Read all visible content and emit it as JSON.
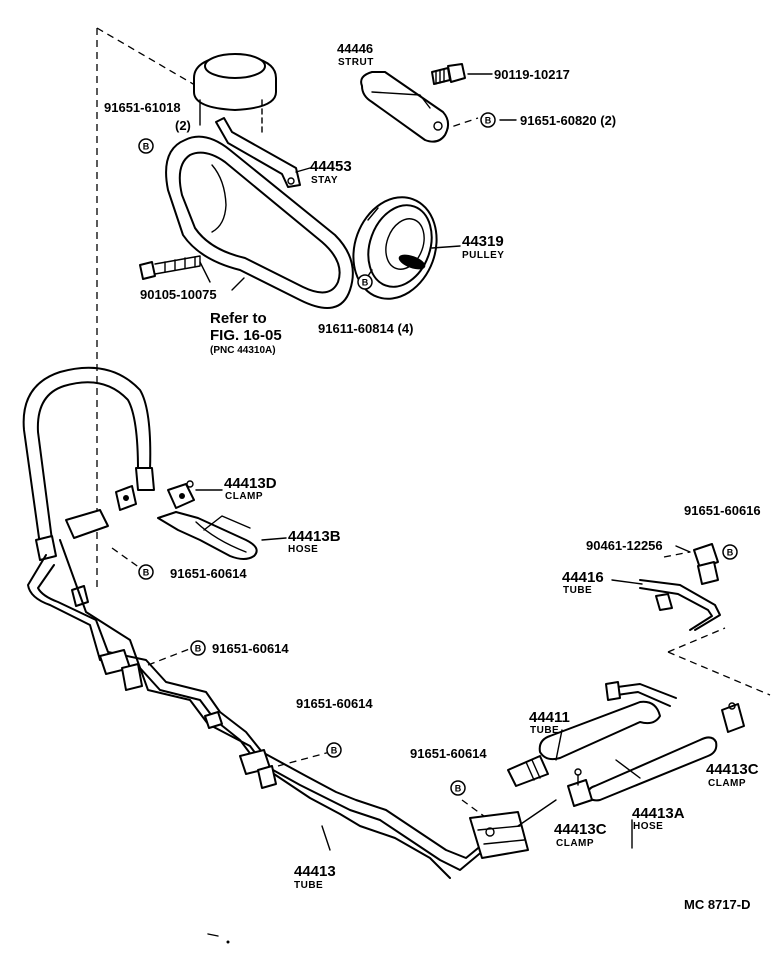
{
  "parts": {
    "strut": {
      "number": "44446",
      "name": "STRUT"
    },
    "bolt_90119": {
      "number": "90119-10217"
    },
    "bolt_91651_60820": {
      "number": "91651-60820 (2)"
    },
    "bolt_91651_61018": {
      "number": "91651-61018",
      "qty": "(2)"
    },
    "stay": {
      "number": "44453",
      "name": "STAY"
    },
    "pulley": {
      "number": "44319",
      "name": "PULLEY"
    },
    "bolt_90105": {
      "number": "90105-10075"
    },
    "nut_91611": {
      "number": "91611-60814 (4)"
    },
    "belt_ref": {
      "line1": "Refer to",
      "line2": "FIG. 16-05",
      "line3": "(PNC 44310A)"
    },
    "clamp_d": {
      "number": "44413D",
      "name": "CLAMP"
    },
    "hose_b": {
      "number": "44413B",
      "name": "HOSE"
    },
    "bolt_60614_a": {
      "number": "91651-60614"
    },
    "bolt_60616": {
      "number": "91651-60616"
    },
    "union_90461": {
      "number": "90461-12256"
    },
    "tube_44416": {
      "number": "44416",
      "name": "TUBE"
    },
    "bolt_60614_b": {
      "number": "91651-60614"
    },
    "bolt_60614_c": {
      "number": "91651-60614"
    },
    "bolt_60614_d": {
      "number": "91651-60614"
    },
    "tube_44411": {
      "number": "44411",
      "name": "TUBE"
    },
    "clamp_c_right": {
      "number": "44413C",
      "name": "CLAMP"
    },
    "clamp_c_mid": {
      "number": "44413C",
      "name": "CLAMP"
    },
    "hose_a": {
      "number": "44413A",
      "name": "HOSE"
    },
    "tube_44413": {
      "number": "44413",
      "name": "TUBE"
    }
  },
  "bolt_marker": "B",
  "figure_code": "MC  8717-D"
}
